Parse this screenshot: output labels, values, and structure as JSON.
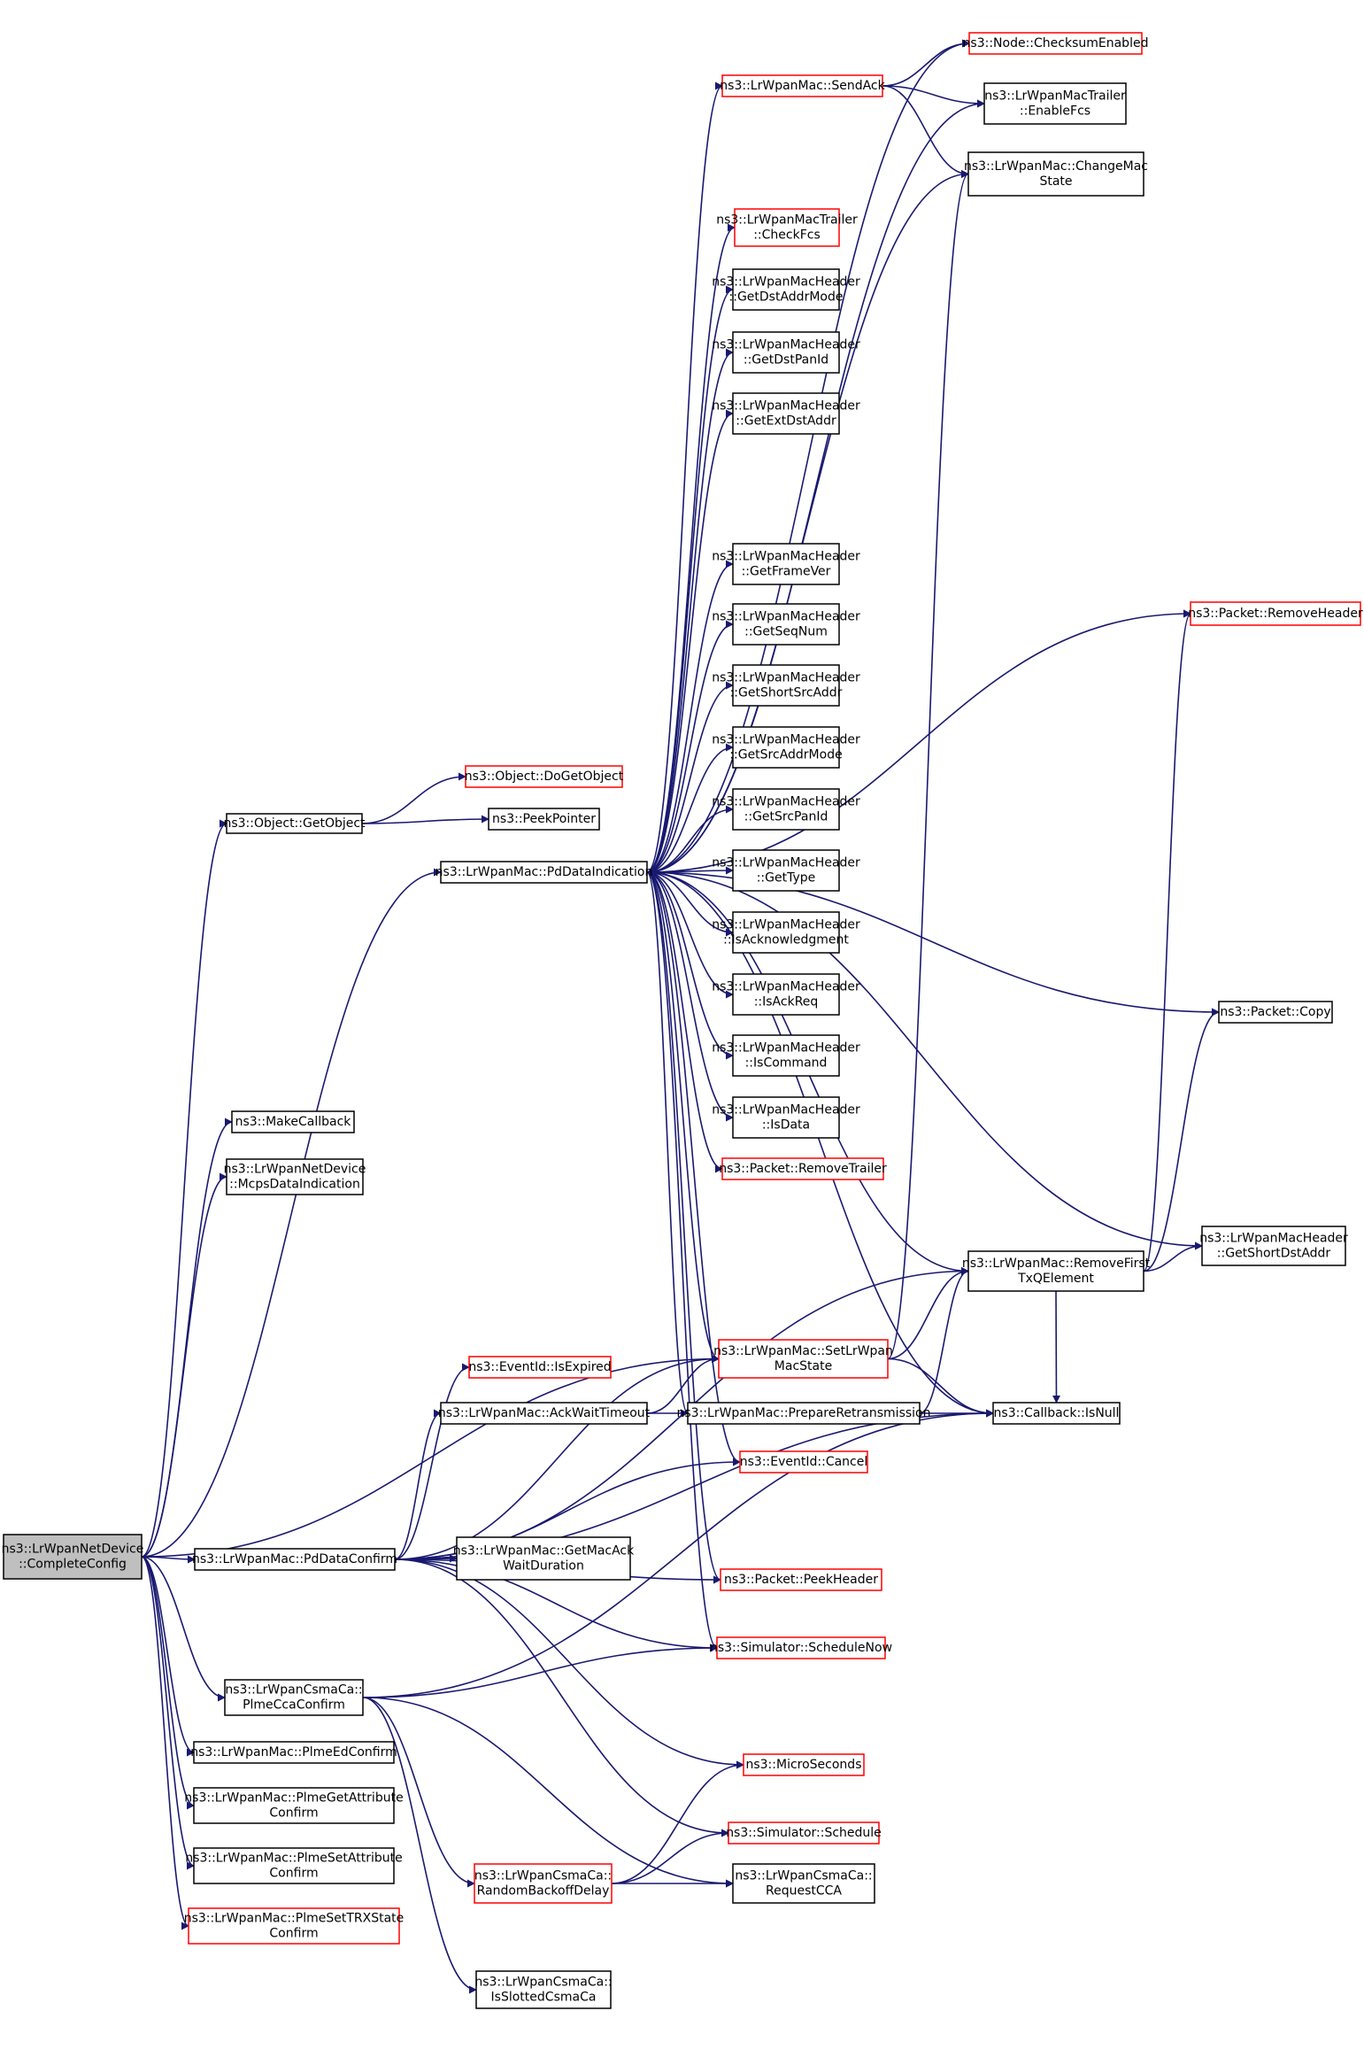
{
  "colors": {
    "edge": "#191970",
    "node_border": "#000000",
    "node_border_red": "#ff0000",
    "node_fill": "#ffffff",
    "root_fill": "#bfbfbf"
  },
  "nodes": {
    "root": {
      "lines": [
        "ns3::LrWpanNetDevice",
        "::CompleteConfig"
      ],
      "red": false,
      "root": true
    },
    "objGetObject": {
      "lines": [
        "ns3::Object::GetObject"
      ],
      "red": false
    },
    "objDoGetObject": {
      "lines": [
        "ns3::Object::DoGetObject"
      ],
      "red": true
    },
    "peekPointer": {
      "lines": [
        "ns3::PeekPointer"
      ],
      "red": false
    },
    "pdDataIndication": {
      "lines": [
        "ns3::LrWpanMac::PdDataIndication"
      ],
      "red": false
    },
    "makeCallback": {
      "lines": [
        "ns3::MakeCallback"
      ],
      "red": false
    },
    "mcpsDataIndication": {
      "lines": [
        "ns3::LrWpanNetDevice",
        "::McpsDataIndication"
      ],
      "red": false
    },
    "pdDataConfirm": {
      "lines": [
        "ns3::LrWpanMac::PdDataConfirm"
      ],
      "red": false
    },
    "plmeCcaConfirm": {
      "lines": [
        "ns3::LrWpanCsmaCa::",
        "PlmeCcaConfirm"
      ],
      "red": false
    },
    "plmeEdConfirm": {
      "lines": [
        "ns3::LrWpanMac::PlmeEdConfirm"
      ],
      "red": false
    },
    "plmeGetAttr": {
      "lines": [
        "ns3::LrWpanMac::PlmeGetAttribute",
        "Confirm"
      ],
      "red": false
    },
    "plmeSetAttr": {
      "lines": [
        "ns3::LrWpanMac::PlmeSetAttribute",
        "Confirm"
      ],
      "red": false
    },
    "plmeSetTrx": {
      "lines": [
        "ns3::LrWpanMac::PlmeSetTRXState",
        "Confirm"
      ],
      "red": true
    },
    "sendAck": {
      "lines": [
        "ns3::LrWpanMac::SendAck"
      ],
      "red": true
    },
    "nodeChecksum": {
      "lines": [
        "ns3::Node::ChecksumEnabled"
      ],
      "red": true
    },
    "enableFcs": {
      "lines": [
        "ns3::LrWpanMacTrailer",
        "::EnableFcs"
      ],
      "red": false
    },
    "changeMacState": {
      "lines": [
        "ns3::LrWpanMac::ChangeMac",
        "State"
      ],
      "red": false
    },
    "checkFcs": {
      "lines": [
        "ns3::LrWpanMacTrailer",
        "::CheckFcs"
      ],
      "red": true
    },
    "getDstAddrMode": {
      "lines": [
        "ns3::LrWpanMacHeader",
        "::GetDstAddrMode"
      ],
      "red": false
    },
    "getDstPanId": {
      "lines": [
        "ns3::LrWpanMacHeader",
        "::GetDstPanId"
      ],
      "red": false
    },
    "getExtDstAddr": {
      "lines": [
        "ns3::LrWpanMacHeader",
        "::GetExtDstAddr"
      ],
      "red": false
    },
    "getFrameVer": {
      "lines": [
        "ns3::LrWpanMacHeader",
        "::GetFrameVer"
      ],
      "red": false
    },
    "getSeqNum": {
      "lines": [
        "ns3::LrWpanMacHeader",
        "::GetSeqNum"
      ],
      "red": false
    },
    "getShortSrcAddr": {
      "lines": [
        "ns3::LrWpanMacHeader",
        "::GetShortSrcAddr"
      ],
      "red": false
    },
    "getSrcAddrMode": {
      "lines": [
        "ns3::LrWpanMacHeader",
        "::GetSrcAddrMode"
      ],
      "red": false
    },
    "getSrcPanId": {
      "lines": [
        "ns3::LrWpanMacHeader",
        "::GetSrcPanId"
      ],
      "red": false
    },
    "getType": {
      "lines": [
        "ns3::LrWpanMacHeader",
        "::GetType"
      ],
      "red": false
    },
    "isAcknowledgment": {
      "lines": [
        "ns3::LrWpanMacHeader",
        "::IsAcknowledgment"
      ],
      "red": false
    },
    "isAckReq": {
      "lines": [
        "ns3::LrWpanMacHeader",
        "::IsAckReq"
      ],
      "red": false
    },
    "isCommand": {
      "lines": [
        "ns3::LrWpanMacHeader",
        "::IsCommand"
      ],
      "red": false
    },
    "isData": {
      "lines": [
        "ns3::LrWpanMacHeader",
        "::IsData"
      ],
      "red": false
    },
    "removeTrailer": {
      "lines": [
        "ns3::Packet::RemoveTrailer"
      ],
      "red": true
    },
    "removeHeader": {
      "lines": [
        "ns3::Packet::RemoveHeader"
      ],
      "red": true
    },
    "packetCopy": {
      "lines": [
        "ns3::Packet::Copy"
      ],
      "red": false
    },
    "getShortDstAddr": {
      "lines": [
        "ns3::LrWpanMacHeader",
        "::GetShortDstAddr"
      ],
      "red": false
    },
    "removeFirstTxQ": {
      "lines": [
        "ns3::LrWpanMac::RemoveFirst",
        "TxQElement"
      ],
      "red": false
    },
    "setLrWpanMacState": {
      "lines": [
        "ns3::LrWpanMac::SetLrWpan",
        "MacState"
      ],
      "red": true
    },
    "eventIsExpired": {
      "lines": [
        "ns3::EventId::IsExpired"
      ],
      "red": true
    },
    "ackWaitTimeout": {
      "lines": [
        "ns3::LrWpanMac::AckWaitTimeout"
      ],
      "red": false
    },
    "prepareRetrans": {
      "lines": [
        "ns3::LrWpanMac::PrepareRetransmission"
      ],
      "red": false
    },
    "callbackIsNull": {
      "lines": [
        "ns3::Callback::IsNull"
      ],
      "red": false
    },
    "eventCancel": {
      "lines": [
        "ns3::EventId::Cancel"
      ],
      "red": true
    },
    "getMacAckWait": {
      "lines": [
        "ns3::LrWpanMac::GetMacAck",
        "WaitDuration"
      ],
      "red": false
    },
    "packetPeekHeader": {
      "lines": [
        "ns3::Packet::PeekHeader"
      ],
      "red": true
    },
    "simScheduleNow": {
      "lines": [
        "ns3::Simulator::ScheduleNow"
      ],
      "red": true
    },
    "microSeconds": {
      "lines": [
        "ns3::MicroSeconds"
      ],
      "red": true
    },
    "simSchedule": {
      "lines": [
        "ns3::Simulator::Schedule"
      ],
      "red": true
    },
    "randomBackoff": {
      "lines": [
        "ns3::LrWpanCsmaCa::",
        "RandomBackoffDelay"
      ],
      "red": true
    },
    "requestCca": {
      "lines": [
        "ns3::LrWpanCsmaCa::",
        "RequestCCA"
      ],
      "red": false
    },
    "isSlottedCsmaCa": {
      "lines": [
        "ns3::LrWpanCsmaCa::",
        "IsSlottedCsmaCa"
      ],
      "red": false
    }
  }
}
